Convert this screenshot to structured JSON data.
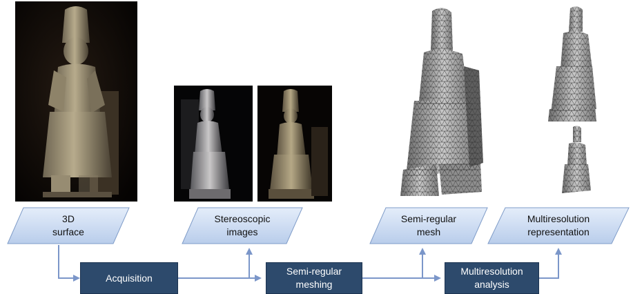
{
  "data_objects": {
    "surface": [
      "3D",
      "surface"
    ],
    "stereo": [
      "Stereoscopic",
      "images"
    ],
    "mesh": [
      "Semi-regular",
      "mesh"
    ],
    "multires": [
      "Multiresolution",
      "representation"
    ]
  },
  "processes": {
    "acquisition": [
      "Acquisition"
    ],
    "meshing": [
      "Semi-regular",
      "meshing"
    ],
    "analysis": [
      "Multiresolution",
      "analysis"
    ]
  },
  "colors": {
    "data_fill_top": "#e4edfa",
    "data_fill_bottom": "#b9cdeb",
    "data_stroke": "#7f9cc8",
    "process_fill": "#2d4a6c",
    "arrow": "#7b96c9"
  },
  "images": {
    "statue_photo": "photo of seated statue",
    "stereo_left": "stereoscopic photo left",
    "stereo_right": "stereoscopic photo right",
    "mesh_large": "gray triangulated mesh",
    "mesh_medium": "gray mesh medium resolution",
    "mesh_small": "gray mesh low resolution"
  }
}
